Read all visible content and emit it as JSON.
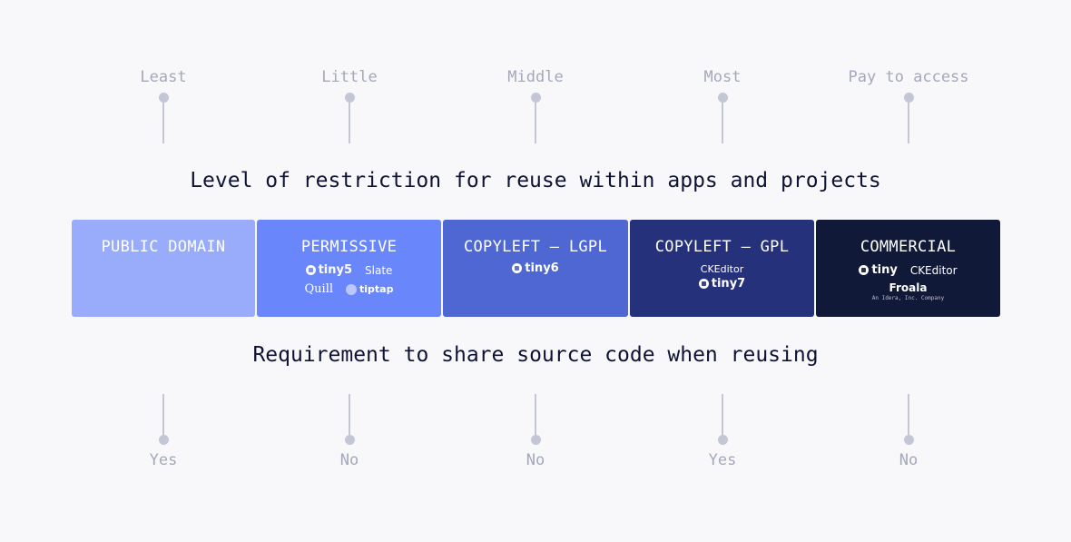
{
  "top_labels": [
    "Least",
    "Little",
    "Middle",
    "Most",
    "Pay to access"
  ],
  "bottom_labels": [
    "Yes",
    "No",
    "No",
    "Yes",
    "No"
  ],
  "heading_top": "Level of restriction for reuse within apps and projects",
  "heading_bottom": "Requirement to share source code when reusing",
  "categories": [
    {
      "title": "PUBLIC DOMAIN",
      "color": "#99acfb"
    },
    {
      "title": "PERMISSIVE",
      "color": "#6a86fb",
      "logos": [
        "tiny5",
        "Slate",
        "Quill",
        "tiptap"
      ]
    },
    {
      "title": "COPYLEFT — LGPL",
      "color": "#4f67d2",
      "logos": [
        "tiny6"
      ]
    },
    {
      "title": "COPYLEFT — GPL",
      "color": "#25317a",
      "logos": [
        "CKEditor",
        "tiny7"
      ]
    },
    {
      "title": "COMMERCIAL",
      "color": "#111939",
      "logos": [
        "tiny",
        "CKEditor",
        "Froala",
        "An Idera, Inc. Company"
      ]
    }
  ],
  "colors": {
    "connector": "#c3c7d5",
    "label": "#a3a8bb",
    "heading": "#0e1335",
    "background": "#f8f8fb"
  }
}
